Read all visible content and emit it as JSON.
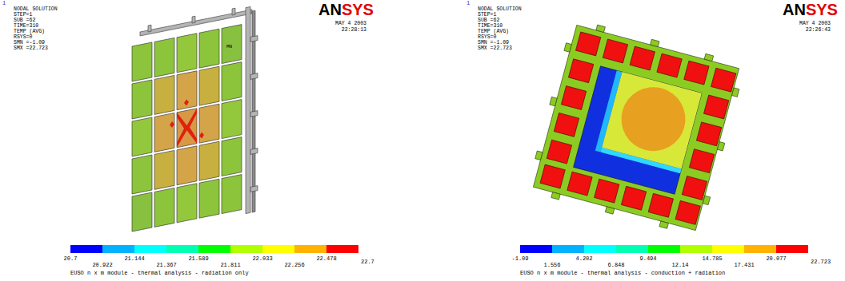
{
  "diagram": {
    "labels": [
      "1",
      "NODAL SOLUTION",
      "STEP=1",
      "SUB =62",
      "TIME=310",
      "TEMP (AVG)",
      "RSYS=0",
      "SMN =-1.09",
      "SMX =22.723",
      "AN",
      "SYS",
      "MAY 4 2003",
      "22:28:13",
      "20.7",
      "20.922",
      "21.144",
      "21.367",
      "21.589",
      "21.811",
      "22.033",
      "22.256",
      "22.478",
      "22.7",
      "EUSO n x m module - thermal analysis - radiation only",
      "1",
      "NODAL SOLUTION",
      "STEP=1",
      "SUB =62",
      "TIME=310",
      "TEMP (AVG)",
      "RSYS=0",
      "SMN =-1.09",
      "SMX =22.723",
      "AN",
      "SYS",
      "MAY 4 2003",
      "22:26:43",
      "-1.09",
      "1.556",
      "4.202",
      "6.848",
      "9.494",
      "12.14",
      "14.785",
      "17.431",
      "20.077",
      "22.723",
      "EUSO n x m module - thermal analysis - conduction + radiation",
      "MN"
    ]
  }
}
